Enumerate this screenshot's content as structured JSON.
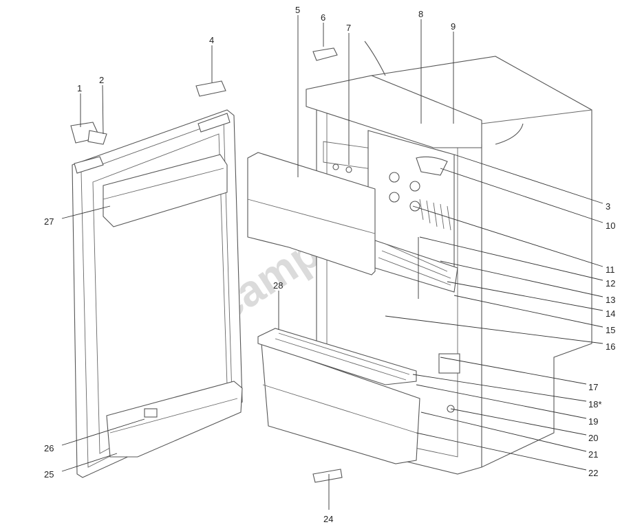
{
  "diagram": {
    "title": "Refrigerator exploded parts view",
    "watermark": "campingplus.co.uk",
    "callouts": [
      "1",
      "2",
      "3",
      "4",
      "5",
      "6",
      "7",
      "8",
      "9",
      "10",
      "11",
      "12",
      "13",
      "14",
      "15",
      "16",
      "17",
      "18*",
      "19",
      "20",
      "21",
      "22",
      "24",
      "25",
      "26",
      "27",
      "28"
    ]
  }
}
